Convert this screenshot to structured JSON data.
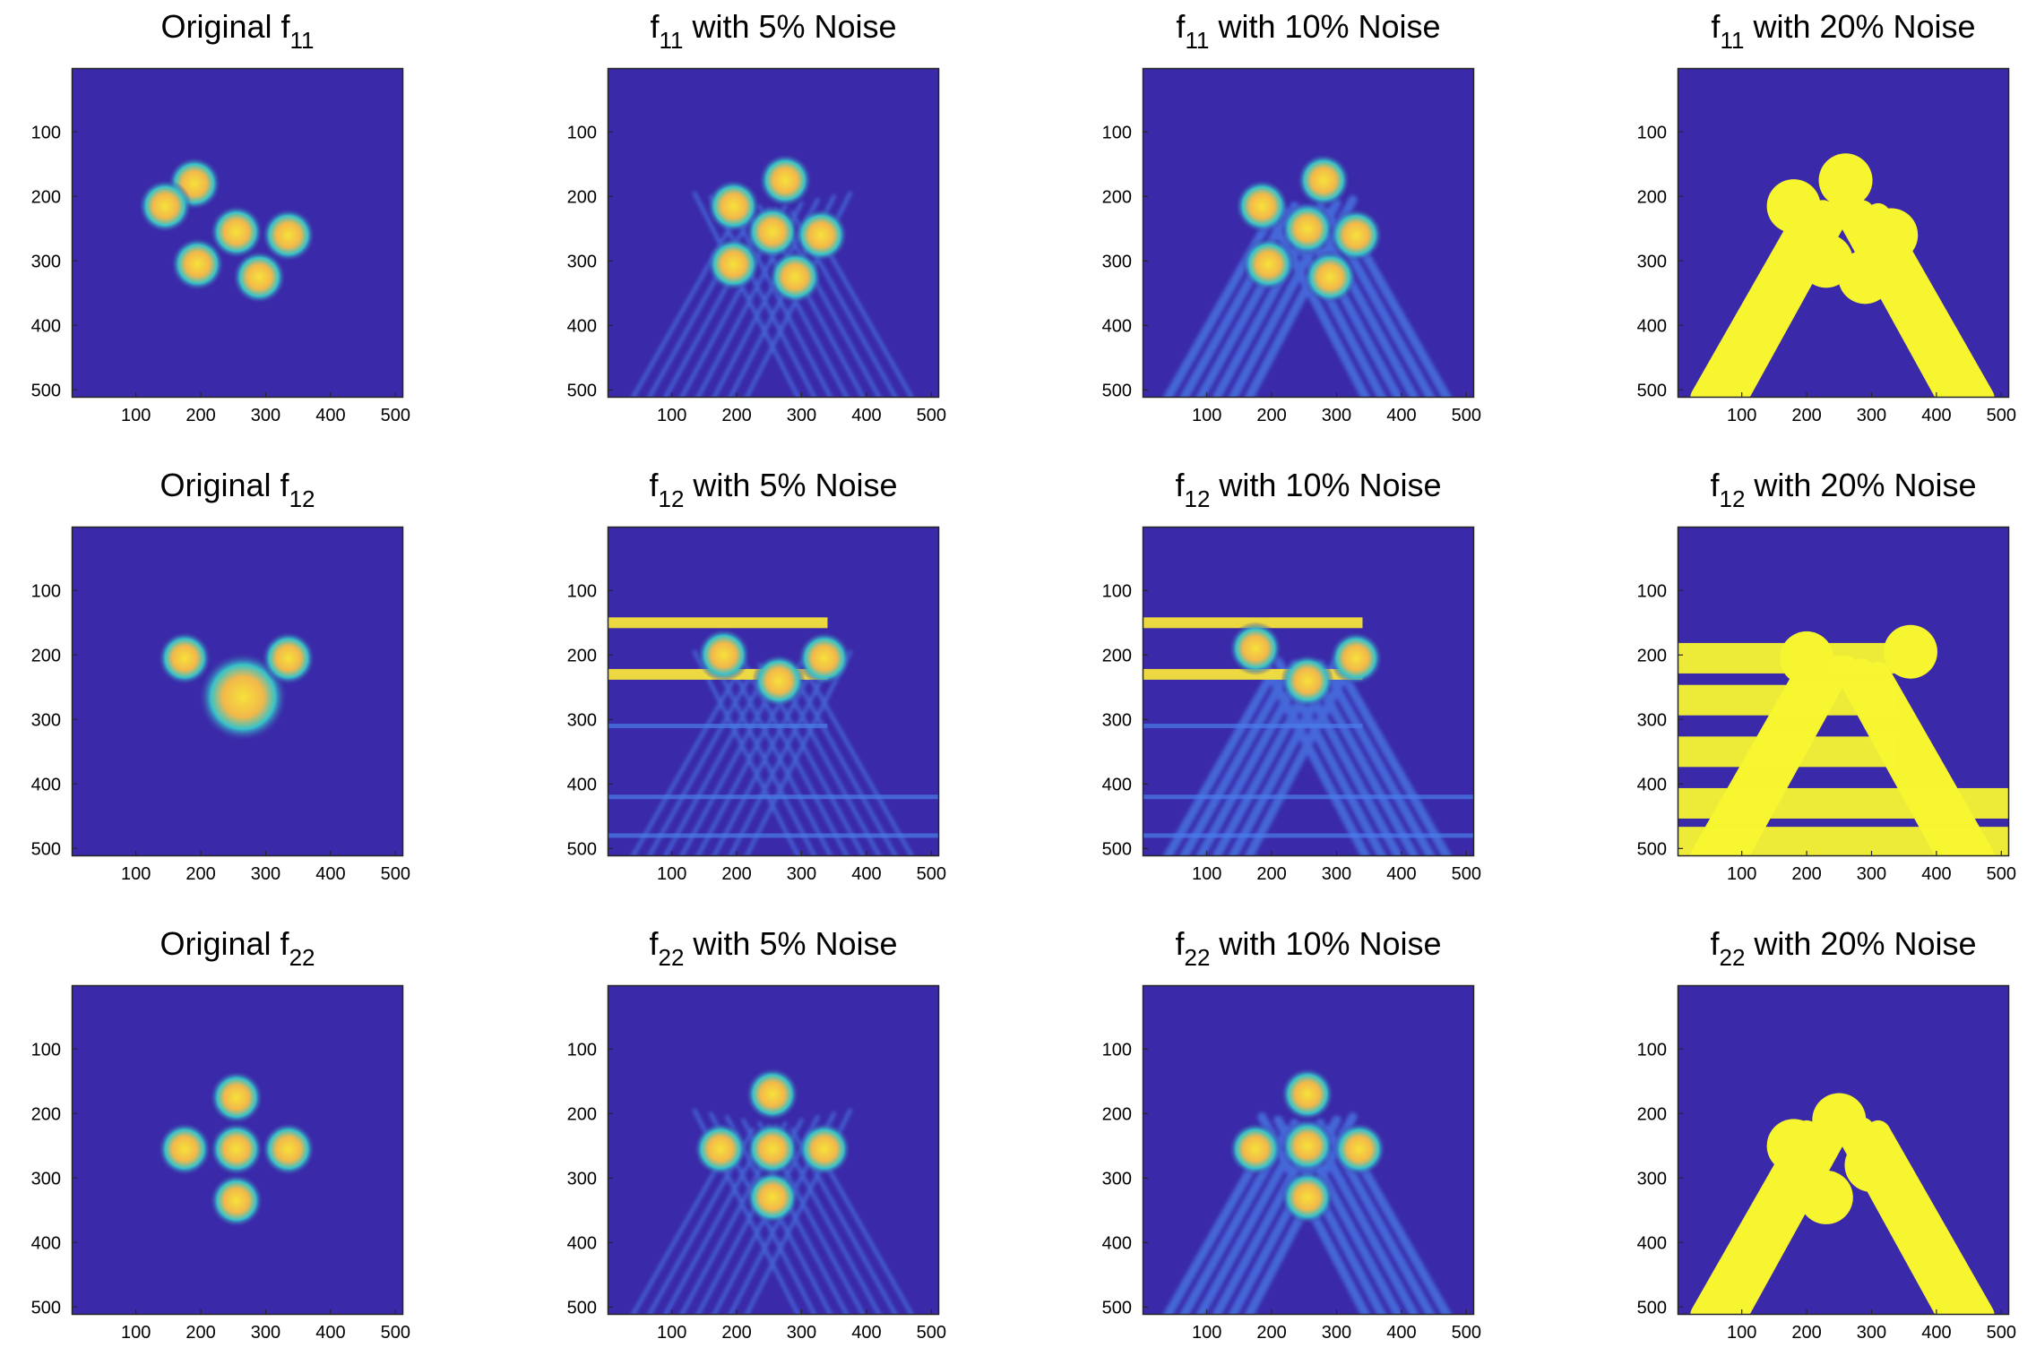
{
  "colors": {
    "background": "#3a29a8",
    "blob_center": "#f6e13a",
    "blob_mid": "#f2b84a",
    "blob_edge": "#38c3c9",
    "artifact": "#4a7de8",
    "saturated": "#f7f530"
  },
  "x_ticks": [
    "100",
    "200",
    "300",
    "400",
    "500"
  ],
  "y_ticks": [
    "100",
    "200",
    "300",
    "400",
    "500"
  ],
  "chart_data": [
    {
      "type": "heatmap",
      "title_main": "Original f",
      "title_sub": "11",
      "title_suffix": "",
      "xlim": [
        1,
        512
      ],
      "ylim": [
        1,
        512
      ],
      "noise_level": 0,
      "blobs": [
        [
          190,
          180
        ],
        [
          145,
          215
        ],
        [
          255,
          255
        ],
        [
          335,
          260
        ],
        [
          195,
          305
        ],
        [
          290,
          325
        ]
      ]
    },
    {
      "type": "heatmap",
      "title_main": "f",
      "title_sub": "11",
      "title_suffix": " with 5% Noise",
      "xlim": [
        1,
        512
      ],
      "ylim": [
        1,
        512
      ],
      "noise_level": 5,
      "blobs": [
        [
          275,
          175
        ],
        [
          195,
          215
        ],
        [
          255,
          255
        ],
        [
          330,
          260
        ],
        [
          195,
          305
        ],
        [
          290,
          325
        ]
      ]
    },
    {
      "type": "heatmap",
      "title_main": "f",
      "title_sub": "11",
      "title_suffix": " with 10% Noise",
      "xlim": [
        1,
        512
      ],
      "ylim": [
        1,
        512
      ],
      "noise_level": 10,
      "blobs": [
        [
          280,
          175
        ],
        [
          185,
          215
        ],
        [
          255,
          250
        ],
        [
          330,
          260
        ],
        [
          195,
          305
        ],
        [
          290,
          325
        ]
      ]
    },
    {
      "type": "heatmap",
      "title_main": "f",
      "title_sub": "11",
      "title_suffix": " with 20% Noise",
      "xlim": [
        1,
        512
      ],
      "ylim": [
        1,
        512
      ],
      "noise_level": 20,
      "blobs": [
        [
          260,
          175
        ],
        [
          180,
          215
        ],
        [
          330,
          260
        ],
        [
          230,
          300
        ],
        [
          290,
          325
        ]
      ]
    },
    {
      "type": "heatmap",
      "title_main": "Original f",
      "title_sub": "12",
      "title_suffix": "",
      "xlim": [
        1,
        512
      ],
      "ylim": [
        1,
        512
      ],
      "noise_level": 0,
      "blobs": [
        [
          175,
          205
        ],
        [
          335,
          205
        ]
      ],
      "big_blob": [
        265,
        265
      ]
    },
    {
      "type": "heatmap",
      "title_main": "f",
      "title_sub": "12",
      "title_suffix": " with 5% Noise",
      "xlim": [
        1,
        512
      ],
      "ylim": [
        1,
        512
      ],
      "noise_level": 5,
      "blobs": [
        [
          180,
          200
        ],
        [
          335,
          205
        ],
        [
          265,
          240
        ]
      ],
      "streaks_y": [
        150,
        230,
        310,
        420,
        480
      ]
    },
    {
      "type": "heatmap",
      "title_main": "f",
      "title_sub": "12",
      "title_suffix": " with 10% Noise",
      "xlim": [
        1,
        512
      ],
      "ylim": [
        1,
        512
      ],
      "noise_level": 10,
      "blobs": [
        [
          175,
          190
        ],
        [
          330,
          205
        ],
        [
          255,
          240
        ]
      ],
      "streaks_y": [
        150,
        230,
        310,
        420,
        480
      ]
    },
    {
      "type": "heatmap",
      "title_main": "f",
      "title_sub": "12",
      "title_suffix": " with 20% Noise",
      "xlim": [
        1,
        512
      ],
      "ylim": [
        1,
        512
      ],
      "noise_level": 20,
      "blobs": [
        [
          360,
          195
        ],
        [
          200,
          205
        ]
      ],
      "streaks_y": [
        205,
        270,
        350,
        430,
        490
      ]
    },
    {
      "type": "heatmap",
      "title_main": "Original f",
      "title_sub": "22",
      "title_suffix": "",
      "xlim": [
        1,
        512
      ],
      "ylim": [
        1,
        512
      ],
      "noise_level": 0,
      "blobs": [
        [
          255,
          175
        ],
        [
          175,
          255
        ],
        [
          255,
          255
        ],
        [
          335,
          255
        ],
        [
          255,
          335
        ]
      ]
    },
    {
      "type": "heatmap",
      "title_main": "f",
      "title_sub": "22",
      "title_suffix": " with 5% Noise",
      "xlim": [
        1,
        512
      ],
      "ylim": [
        1,
        512
      ],
      "noise_level": 5,
      "blobs": [
        [
          255,
          170
        ],
        [
          175,
          255
        ],
        [
          255,
          255
        ],
        [
          335,
          255
        ],
        [
          255,
          330
        ]
      ]
    },
    {
      "type": "heatmap",
      "title_main": "f",
      "title_sub": "22",
      "title_suffix": " with 10% Noise",
      "xlim": [
        1,
        512
      ],
      "ylim": [
        1,
        512
      ],
      "noise_level": 10,
      "blobs": [
        [
          255,
          170
        ],
        [
          175,
          255
        ],
        [
          255,
          250
        ],
        [
          335,
          255
        ],
        [
          255,
          330
        ]
      ]
    },
    {
      "type": "heatmap",
      "title_main": "f",
      "title_sub": "22",
      "title_suffix": " with 20% Noise",
      "xlim": [
        1,
        512
      ],
      "ylim": [
        1,
        512
      ],
      "noise_level": 20,
      "blobs": [
        [
          250,
          210
        ],
        [
          180,
          250
        ],
        [
          300,
          280
        ],
        [
          230,
          330
        ]
      ]
    }
  ]
}
